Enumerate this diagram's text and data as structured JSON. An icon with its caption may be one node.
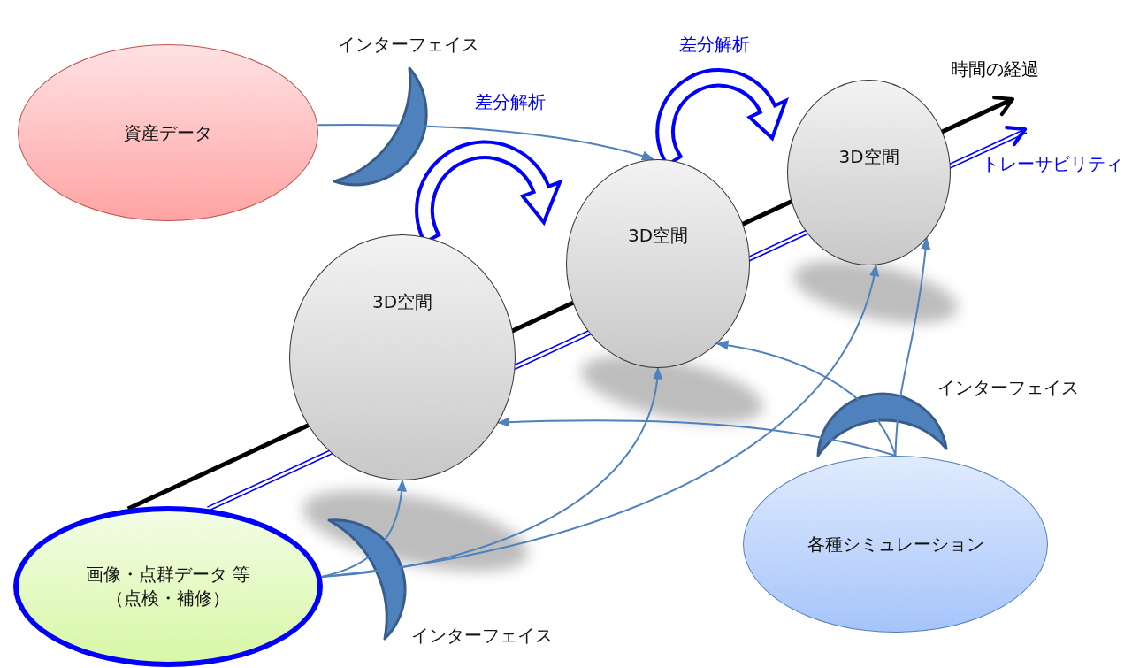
{
  "diagram": {
    "nodes": [
      {
        "text": [
          "資産データ"
        ]
      },
      {
        "text": [
          "3D空間"
        ]
      },
      {
        "text": [
          "3D空間"
        ]
      },
      {
        "text": [
          "3D空間"
        ]
      },
      {
        "text": [
          "画像・点群データ 等",
          "（点検・補修）"
        ]
      },
      {
        "text": [
          "各種シミュレーション"
        ]
      }
    ],
    "edges": [
      {
        "from": 0,
        "to": 2,
        "arrow": "to",
        "label": "差分解析"
      },
      {
        "from": 1,
        "to": 2,
        "arrow": "to",
        "style": "thick",
        "color": "#0000ff"
      },
      {
        "from": 2,
        "to": 3,
        "arrow": "to",
        "label": "差分解析",
        "style": "thick",
        "color": "#0000ff"
      },
      {
        "from": 4,
        "to": 1,
        "arrow": "to"
      },
      {
        "from": 4,
        "to": 2,
        "arrow": "to"
      },
      {
        "from": 4,
        "to": 3,
        "arrow": "to"
      },
      {
        "from": 5,
        "to": 1,
        "arrow": "to"
      },
      {
        "from": 5,
        "to": 2,
        "arrow": "to"
      },
      {
        "from": 5,
        "to": 3,
        "arrow": "to"
      },
      {
        "from": 4,
        "to": null,
        "arrow": "to",
        "label": "時間の経過",
        "style": "thick",
        "color": "#000000"
      },
      {
        "from": 4,
        "to": null,
        "arrow": "to",
        "label": "トレーサビリティ",
        "color": "#0000ff"
      }
    ],
    "labels": [
      "インターフェイス",
      "インターフェイス",
      "インターフェイス"
    ]
  }
}
